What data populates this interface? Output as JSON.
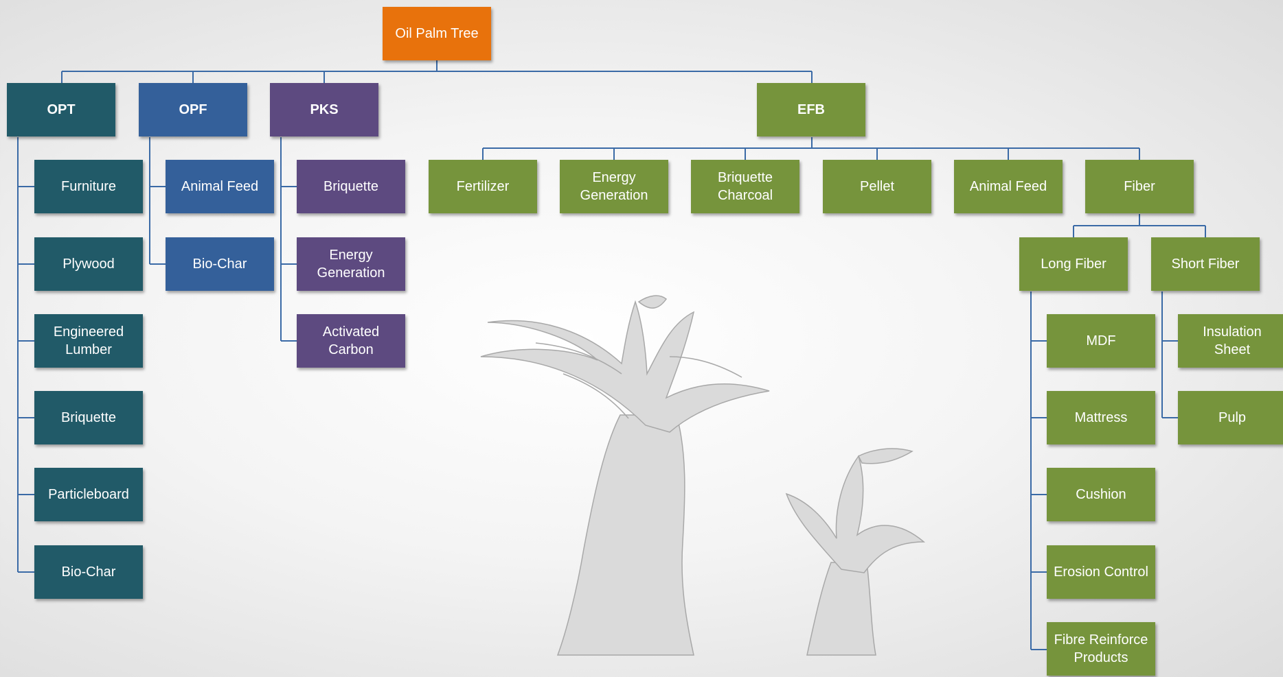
{
  "diagram": {
    "root": {
      "label": "Oil Palm Tree",
      "color": "#e8720c"
    },
    "categories": {
      "opt": {
        "label": "OPT",
        "color": "#215a68",
        "children": [
          "Furniture",
          "Plywood",
          "Engineered\nLumber",
          "Briquette",
          "Particleboard",
          "Bio-Char"
        ]
      },
      "opf": {
        "label": "OPF",
        "color": "#34609a",
        "children": [
          "Animal Feed",
          "Bio-Char"
        ]
      },
      "pks": {
        "label": "PKS",
        "color": "#5d4a80",
        "children": [
          "Briquette",
          "Energy\nGeneration",
          "Activated\nCarbon"
        ]
      },
      "efb": {
        "label": "EFB",
        "color": "#76943c",
        "children": [
          "Fertilizer",
          "Energy\nGeneration",
          "Briquette\nCharcoal",
          "Pellet",
          "Animal Feed",
          "Fiber"
        ]
      }
    },
    "fiber": {
      "long": {
        "label": "Long Fiber",
        "children": [
          "MDF",
          "Mattress",
          "Cushion",
          "Erosion Control",
          "Fibre Reinforce\nProducts"
        ]
      },
      "short": {
        "label": "Short Fiber",
        "children": [
          "Insulation\nSheet",
          "Pulp"
        ]
      }
    },
    "connector_color": "#3a6aa6",
    "illustration": "palm-tree-sketch"
  }
}
